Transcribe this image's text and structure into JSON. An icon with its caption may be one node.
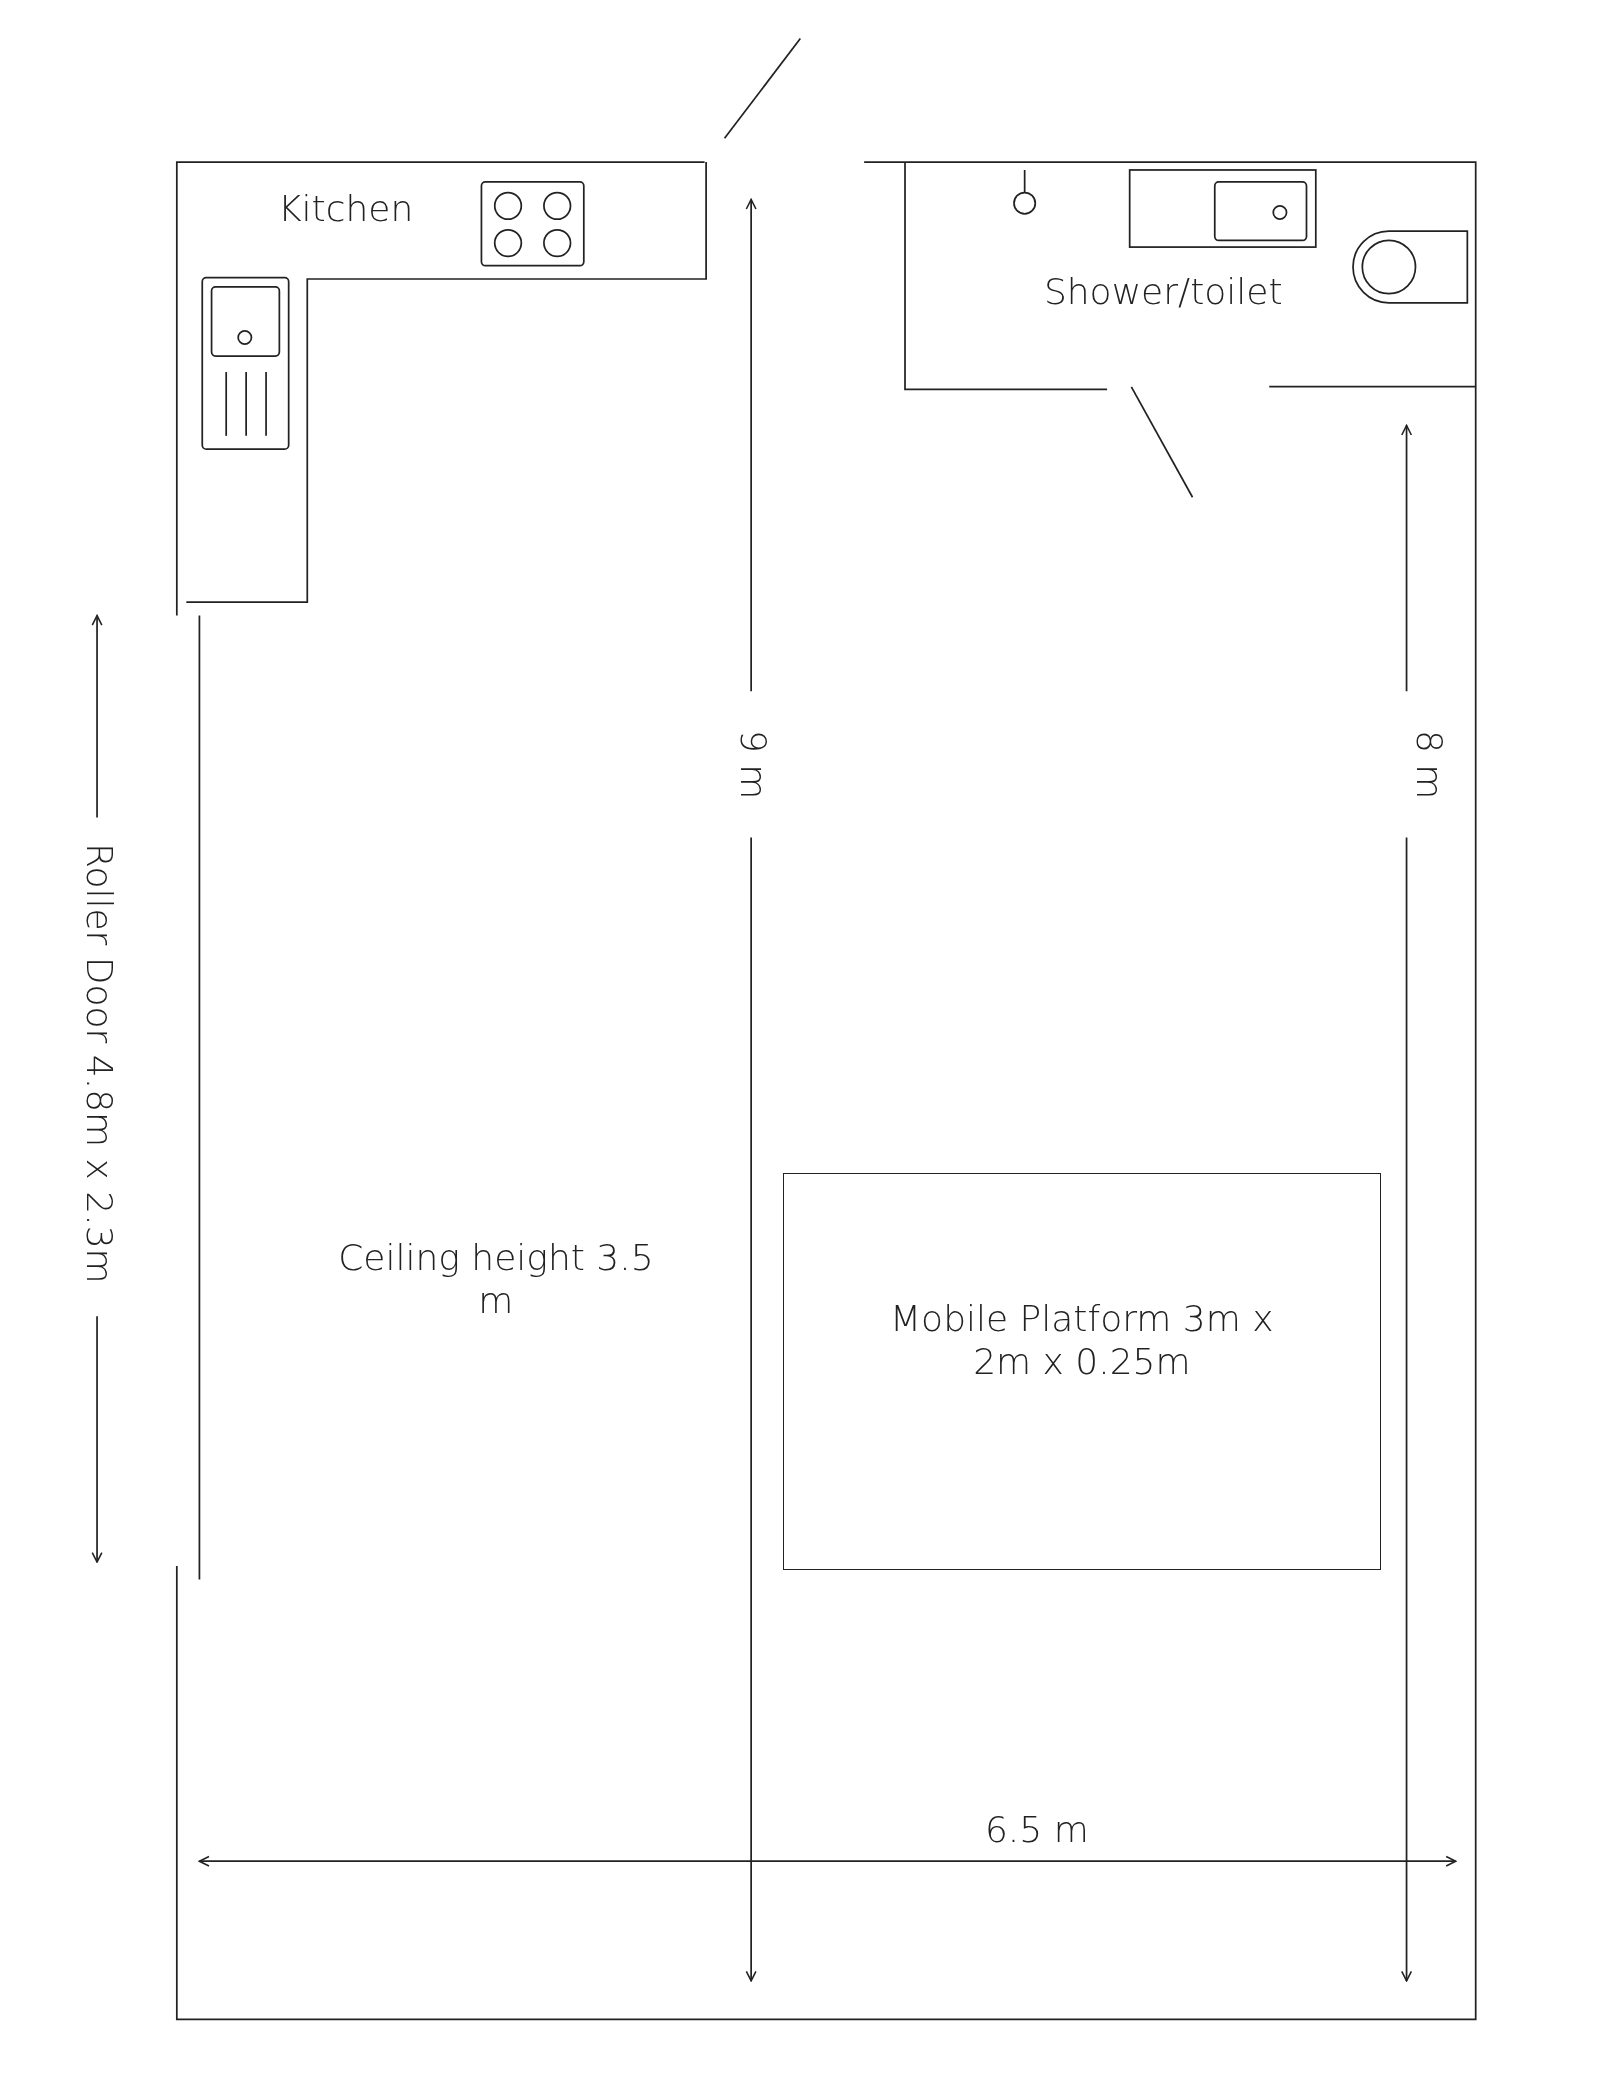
{
  "diagram": {
    "nodes": [
      {
        "text": [
          "Kitchen"
        ]
      },
      {
        "text": [
          "Shower/toilet"
        ]
      },
      {
        "text": [
          "Mobile Platform 3m x 2m x 0.25m"
        ]
      }
    ],
    "labels": [
      "9 m",
      "8 m",
      "Roller Door 4.8m x 2.3m",
      "Ceiling height 3.5 m",
      "6.5 m"
    ]
  }
}
